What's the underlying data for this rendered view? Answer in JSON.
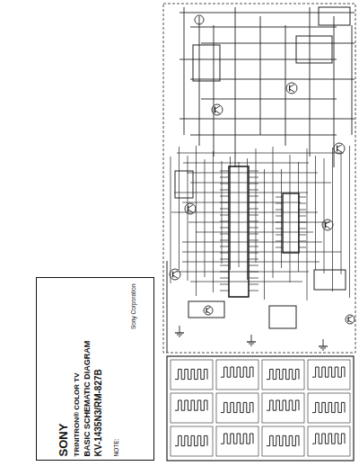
{
  "diagram": {
    "nodes": [
      {
        "text": [
          "SONY",
          "TRINITRON® COLOR TV",
          "BASIC SCHEMATIC DIAGRAM",
          "KV-1435N3/RM-827B",
          "NOTE:",
          "Sony Corporation"
        ]
      }
    ]
  }
}
